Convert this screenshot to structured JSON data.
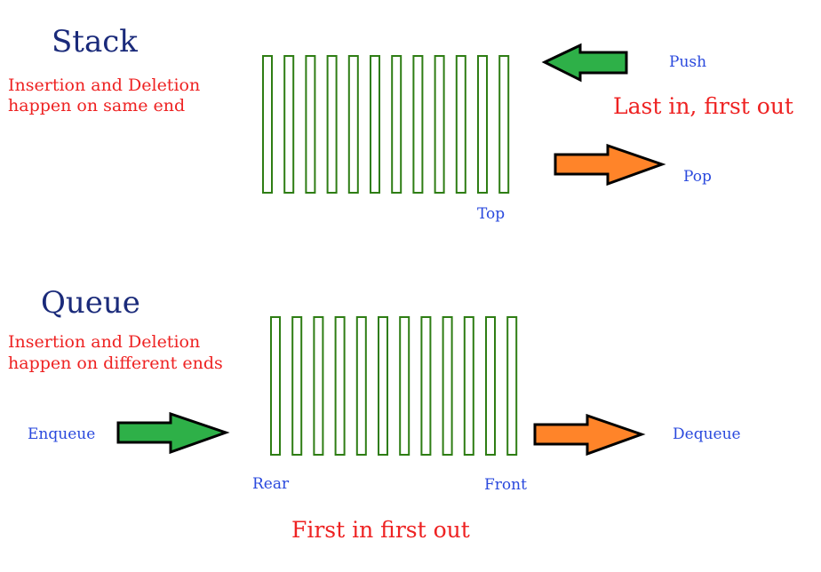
{
  "stack": {
    "title": "Stack",
    "desc_line1": "Insertion and Deletion",
    "desc_line2": "happen on same end",
    "motto": "Last in, first out",
    "push_label": "Push",
    "pop_label": "Pop",
    "top_label": "Top",
    "slot_count": 12
  },
  "queue": {
    "title": "Queue",
    "desc_line1": "Insertion and Deletion",
    "desc_line2": "happen on different ends",
    "motto": "First in first out",
    "enqueue_label": "Enqueue",
    "dequeue_label": "Dequeue",
    "rear_label": "Rear",
    "front_label": "Front",
    "slot_count": 12
  },
  "colors": {
    "slot_stroke": "#2e7d14",
    "push_arrow": "#2eb048",
    "pop_arrow": "#ff8429",
    "title_text": "#1a2a7a",
    "desc_text": "#ee2222",
    "label_text": "#2a49dd",
    "arrow_outline": "#000000"
  },
  "icons": {
    "push": "arrow-left-icon",
    "pop": "arrow-right-icon",
    "enqueue": "arrow-right-icon",
    "dequeue": "arrow-right-icon"
  }
}
